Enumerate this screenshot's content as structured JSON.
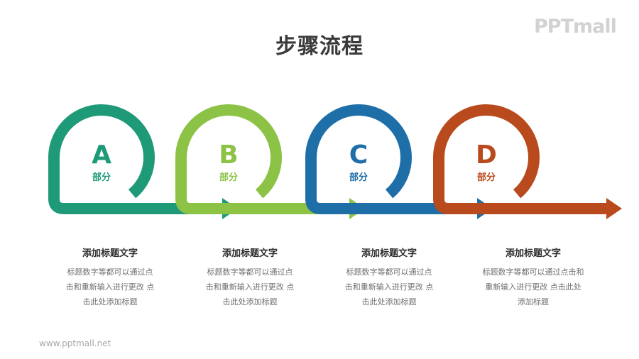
{
  "title": "步骤流程",
  "logo": "PPTmall",
  "footer_url": "www.pptmall.net",
  "steps": [
    {
      "letter": "A",
      "label": "部分",
      "color": "#1e9a79",
      "heading": "添加标题文字",
      "body_lines": [
        "标题数字等都可以通过点",
        "击和重新输入进行更改 点",
        "击此处添加标题"
      ]
    },
    {
      "letter": "B",
      "label": "部分",
      "color": "#8cc245",
      "heading": "添加标题文字",
      "body_lines": [
        "标题数字等都可以通过点",
        "击和重新输入进行更改 点",
        "击此处添加标题"
      ]
    },
    {
      "letter": "C",
      "label": "部分",
      "color": "#1e6ea8",
      "heading": "添加标题文字",
      "body_lines": [
        "标题数字等都可以通过点",
        "击和重新输入进行更改 点",
        "击此处添加标题"
      ]
    },
    {
      "letter": "D",
      "label": "部分",
      "color": "#b84a1d",
      "heading": "添加标题文字",
      "body_lines": [
        "标题数字等都可以通过点击和",
        "重新输入进行更改 点击此处",
        "添加标题"
      ]
    }
  ]
}
